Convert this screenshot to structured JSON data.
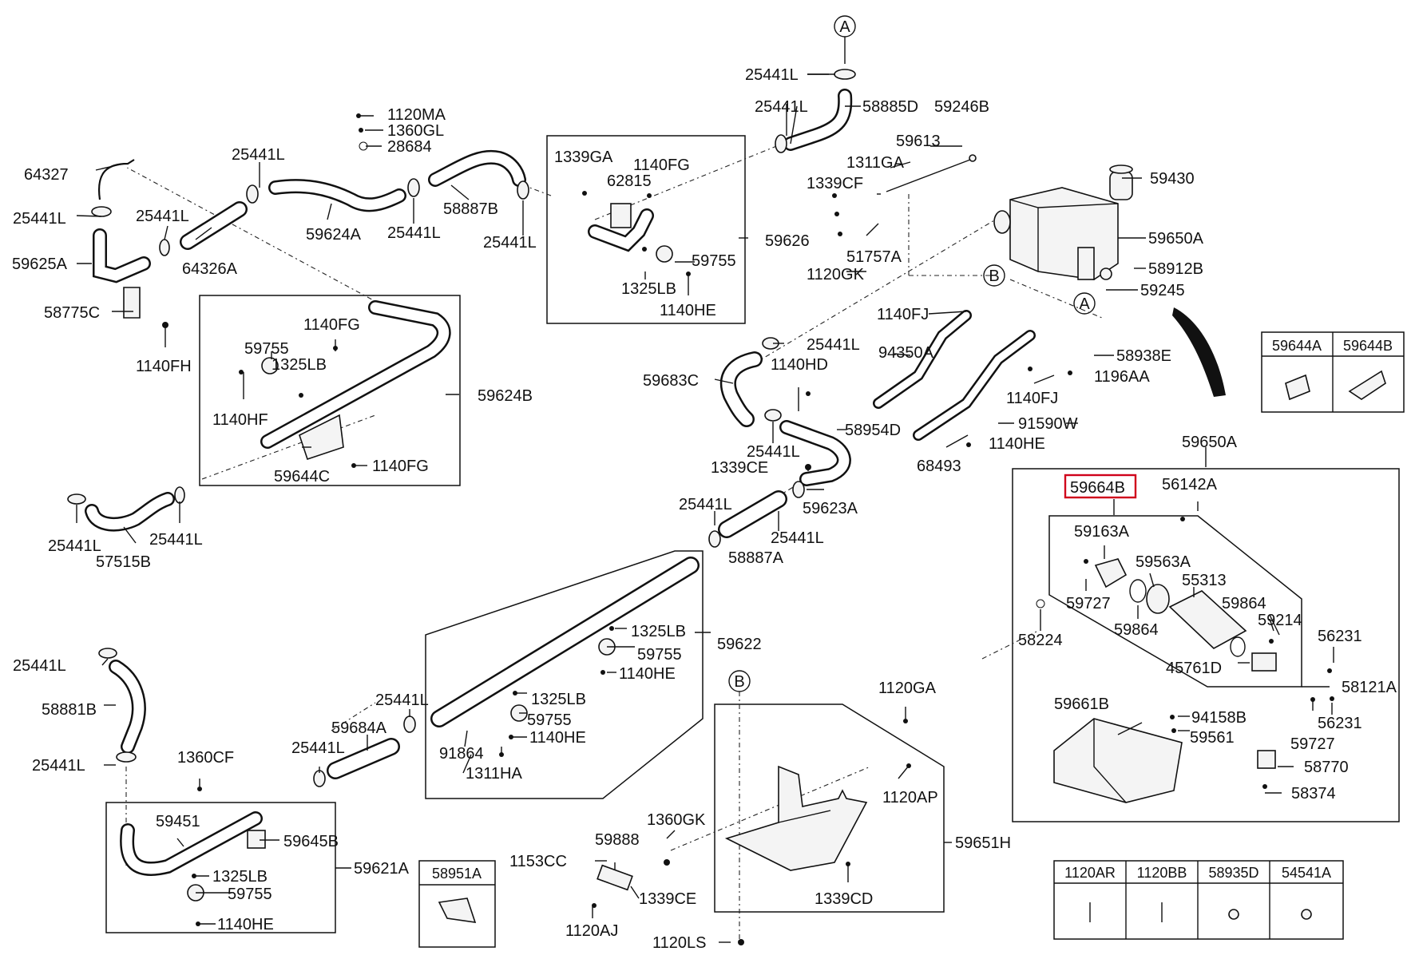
{
  "callouts": {
    "ref_a_top": "A",
    "ref_a_mid": "A",
    "ref_b_mid": "B",
    "ref_b_bottom": "B",
    "p58885d": "58885D",
    "p59246b": "59246B",
    "p59613": "59613",
    "p1311ga": "1311GA",
    "p59430": "59430",
    "p1339cf": "1339CF",
    "p59650a_top": "59650A",
    "p51757a": "51757A",
    "p58912b": "58912B",
    "p1120gk": "1120GK",
    "p59245": "59245",
    "p1140fj_a": "1140FJ",
    "p94350a": "94350A",
    "p58938e": "58938E",
    "p1140fj_b": "1140FJ",
    "p1196aa": "1196AA",
    "p91590w": "91590W",
    "p1140he_r": "1140HE",
    "p68493": "68493",
    "p25441l_a": "25441L",
    "p25441l_b": "25441L",
    "p25441l_c": "25441L",
    "p25441l_d": "25441L",
    "p25441l_e": "25441L",
    "p25441l_f": "25441L",
    "p25441l_g": "25441L",
    "p25441l_h": "25441L",
    "p25441l_i": "25441L",
    "p25441l_j": "25441L",
    "p25441l_k": "25441L",
    "p25441l_l": "25441L",
    "p25441l_m": "25441L",
    "p25441l_n": "25441L",
    "p25441l_o": "25441L",
    "p25441l_p": "25441L",
    "p25441l_q": "25441L",
    "p1120ma": "1120MA",
    "p1360gl": "1360GL",
    "p28684": "28684",
    "p64327": "64327",
    "p59625a": "59625A",
    "p64326a": "64326A",
    "p59624a": "59624A",
    "p58887b": "58887B",
    "p58775c": "58775C",
    "p1140fh": "1140FH",
    "p1339ga": "1339GA",
    "p62815": "62815",
    "p1140fg_t": "1140FG",
    "p59626": "59626",
    "p59755_t": "59755",
    "p1325lb_t": "1325LB",
    "p1140he_t": "1140HE",
    "p1140fg_a": "1140FG",
    "p59755_l": "59755",
    "p1325lb_l": "1325LB",
    "p1140hf": "1140HF",
    "p59624b": "59624B",
    "p59644c": "59644C",
    "p1140fg_b": "1140FG",
    "p57515b": "57515B",
    "p59683c": "59683C",
    "p1140hd": "1140HD",
    "p58954d": "58954D",
    "p1339ce_m": "1339CE",
    "p59623a": "59623A",
    "p58887a": "58887A",
    "p59622": "59622",
    "p1325lb_m1": "1325LB",
    "p59755_m1": "59755",
    "p1140he_m1": "1140HE",
    "p1325lb_m2": "1325LB",
    "p59755_m2": "59755",
    "p1140he_m2": "1140HE",
    "p91864": "91864",
    "p1311ha": "1311HA",
    "p59684a": "59684A",
    "p58881b": "58881B",
    "p1360cf": "1360CF",
    "p59451": "59451",
    "p59645b": "59645B",
    "p1325lb_b": "1325LB",
    "p59755_b": "59755",
    "p59621a": "59621A",
    "p1140he_b": "1140HE",
    "p1120ga": "1120GA",
    "p1120ap": "1120AP",
    "p59651h": "59651H",
    "p1360gk": "1360GK",
    "p59888": "59888",
    "p1153cc": "1153CC",
    "p1339ce_b": "1339CE",
    "p1339cd": "1339CD",
    "p1120aj": "1120AJ",
    "p1120ls": "1120LS",
    "p59650a_box": "59650A",
    "p59664b": "59664B",
    "p56142a": "56142A",
    "p59163a": "59163A",
    "p59563a": "59563A",
    "p55313": "55313",
    "p59864_a": "59864",
    "p59864_b": "59864",
    "p59214": "59214",
    "p59727_a": "59727",
    "p58224": "58224",
    "p56231_a": "56231",
    "p45761d": "45761D",
    "p58121a": "58121A",
    "p56231_b": "56231",
    "p59727_b": "59727",
    "p59661b": "59661B",
    "p94158b": "94158B",
    "p59561": "59561",
    "p58770": "58770",
    "p58374": "58374"
  },
  "tables": {
    "t59644": {
      "headers": [
        "59644A",
        "59644B"
      ]
    },
    "t58951a": {
      "headers": [
        "58951A"
      ]
    },
    "tbottom": {
      "headers": [
        "1120AR",
        "1120BB",
        "58935D",
        "54541A"
      ]
    }
  },
  "highlight": {
    "part": "59664B",
    "color": "#d0021b"
  }
}
